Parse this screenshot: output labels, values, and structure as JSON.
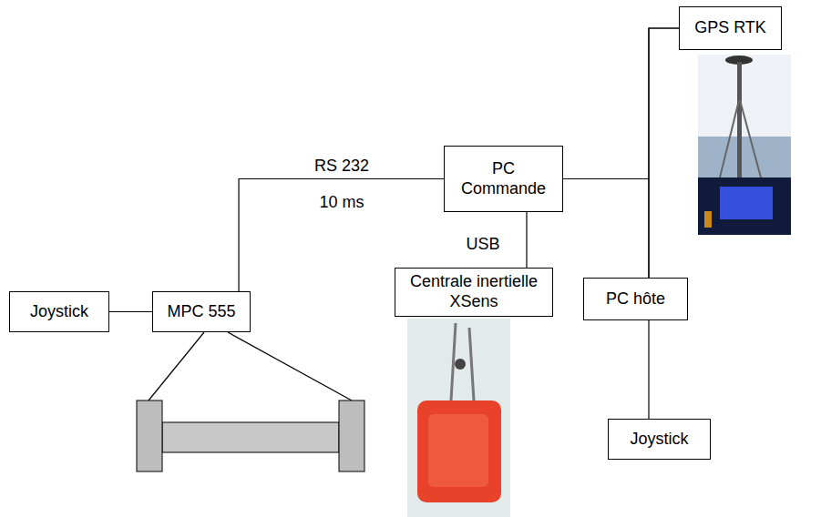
{
  "diagram": {
    "nodes": [
      {
        "text": [
          "GPS RTK"
        ]
      },
      {
        "text": [
          "PC Commande"
        ]
      },
      {
        "text": [
          "Joystick"
        ]
      },
      {
        "text": [
          "MPC 555"
        ]
      },
      {
        "text": [
          "Centrale inertielle XSens"
        ]
      },
      {
        "text": [
          "PC hôte"
        ]
      },
      {
        "text": [
          "Joystick"
        ]
      }
    ],
    "edges": [
      {
        "from": 2,
        "to": 3,
        "arrow": "none"
      },
      {
        "from": 3,
        "to": 1,
        "label": "RS 232 10 ms",
        "arrow": "none"
      },
      {
        "from": 1,
        "to": 4,
        "label": "USB",
        "arrow": "none"
      },
      {
        "from": 1,
        "to": 0,
        "arrow": "none"
      },
      {
        "from": 1,
        "to": 5,
        "arrow": "none"
      },
      {
        "from": 5,
        "to": 0,
        "arrow": "none"
      },
      {
        "from": 5,
        "to": 6,
        "arrow": "none"
      }
    ]
  }
}
